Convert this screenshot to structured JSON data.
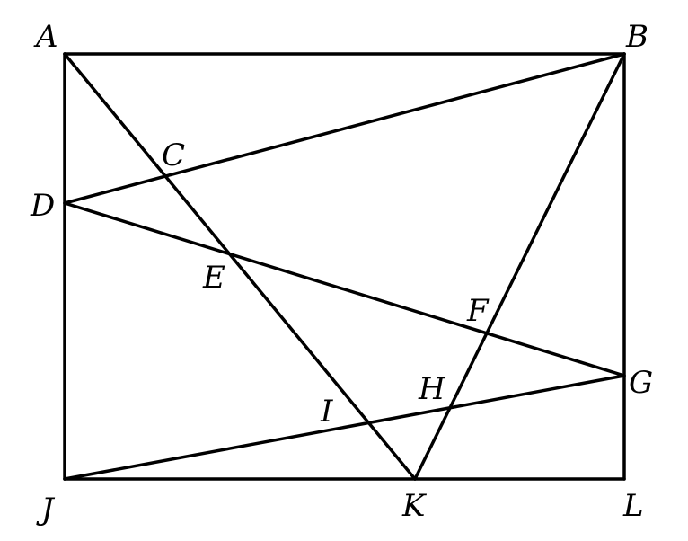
{
  "diagram": {
    "points": [
      "A",
      "B",
      "C",
      "D",
      "E",
      "F",
      "G",
      "H",
      "I",
      "J",
      "K",
      "L"
    ],
    "segments": [
      [
        "A",
        "B"
      ],
      [
        "B",
        "L"
      ],
      [
        "L",
        "J"
      ],
      [
        "J",
        "A"
      ],
      [
        "A",
        "K"
      ],
      [
        "K",
        "B"
      ],
      [
        "B",
        "D"
      ],
      [
        "D",
        "G"
      ],
      [
        "G",
        "J"
      ]
    ],
    "stroke_color": "#000000",
    "background": "#ffffff"
  }
}
